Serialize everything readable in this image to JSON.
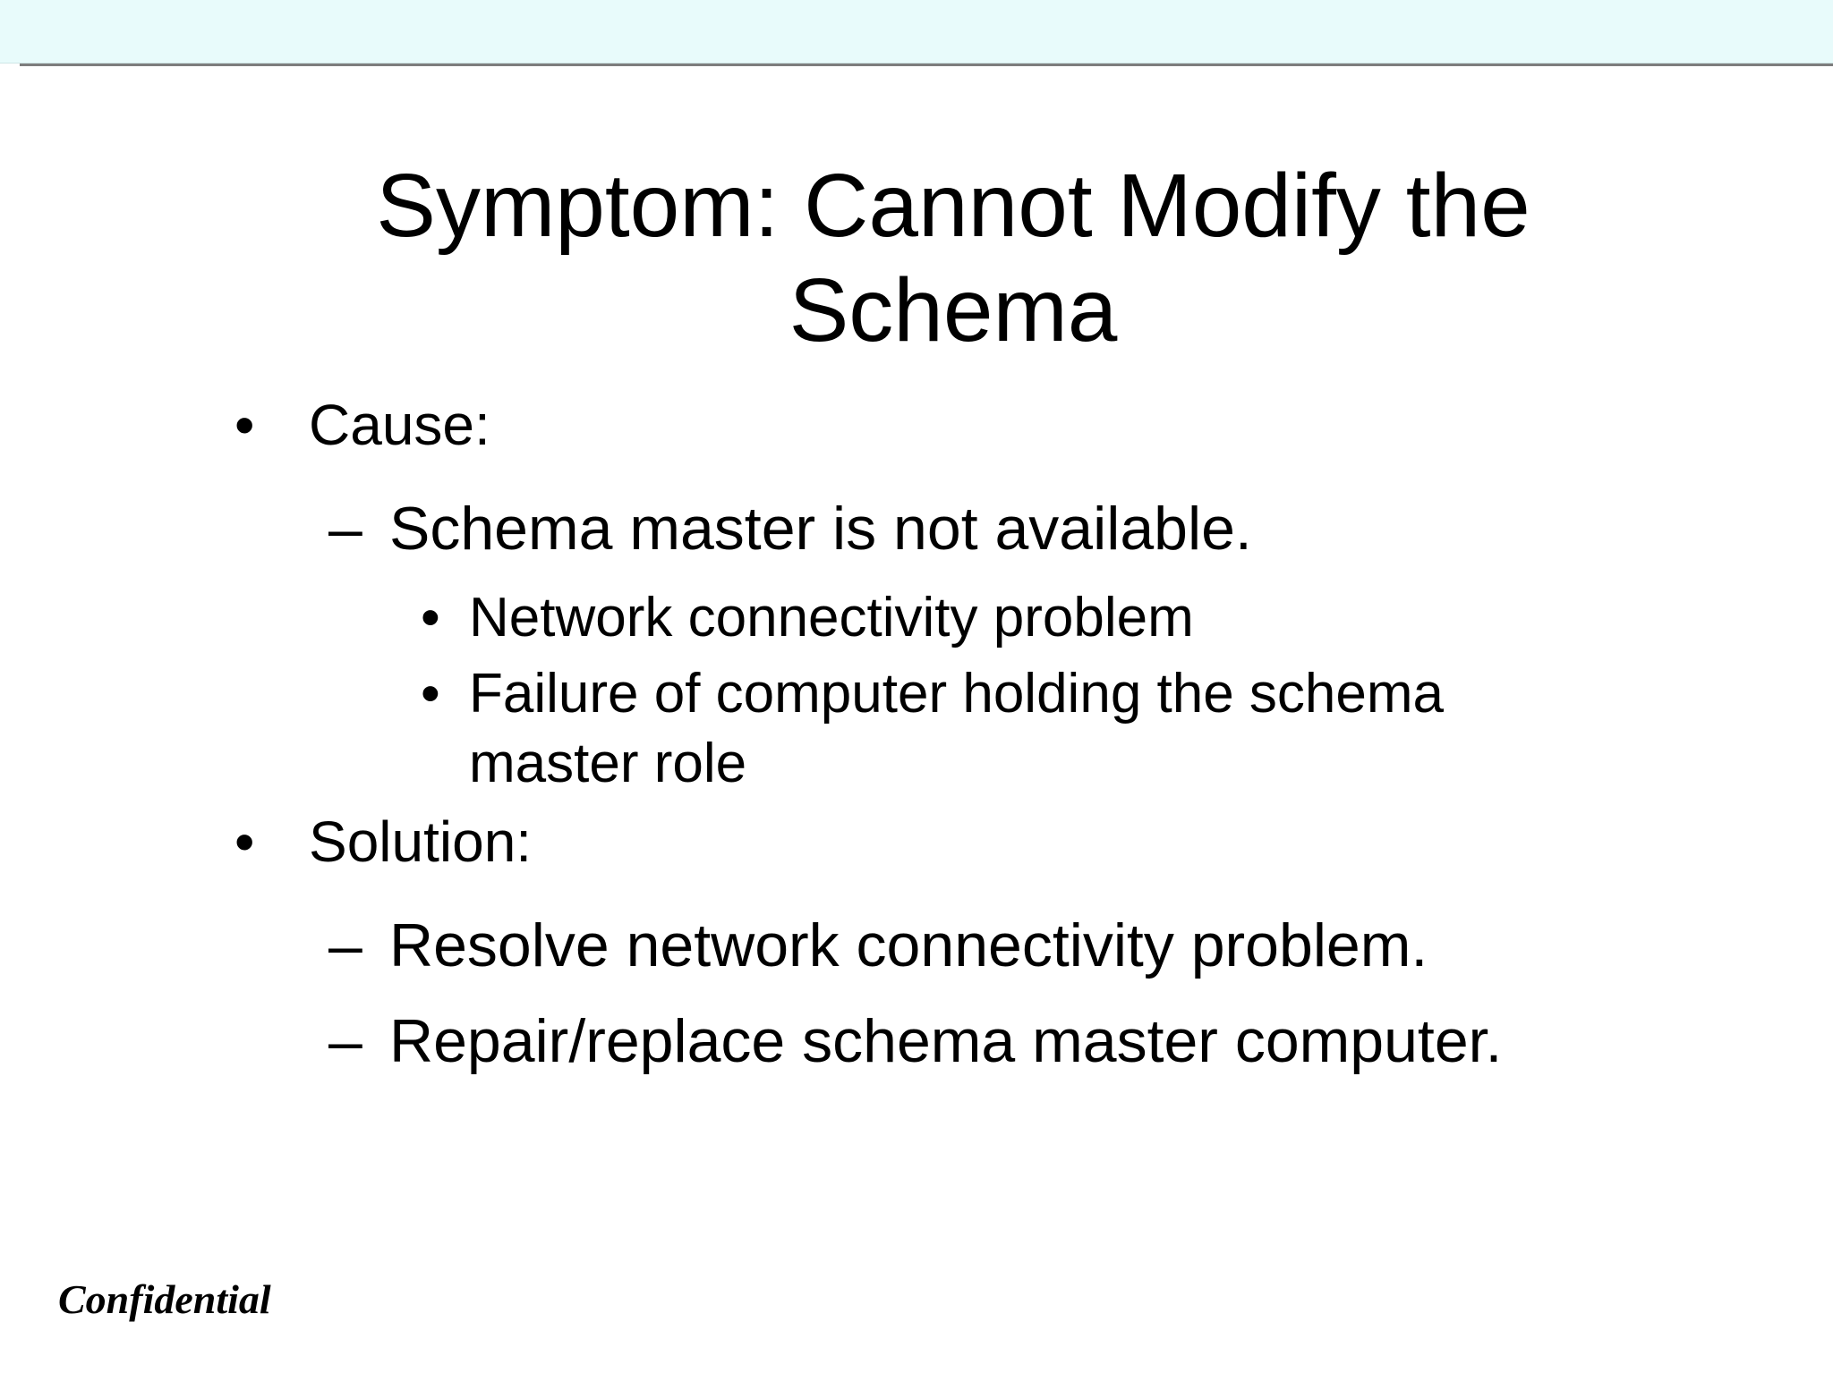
{
  "slide": {
    "title": "Symptom: Cannot Modify the Schema",
    "footer": "Confidential",
    "colors": {
      "top_band": "#e8fbfb",
      "top_rule": "#7d7d7d",
      "text": "#000000",
      "background": "#ffffff"
    },
    "bullets": [
      {
        "marker": "•",
        "text": "Cause:"
      },
      {
        "marker": "–",
        "text": "Schema master is not available."
      },
      {
        "marker": "•",
        "text": "Network connectivity problem"
      },
      {
        "marker": "•",
        "text": "Failure of computer holding the schema master role"
      },
      {
        "marker": "•",
        "text": "Solution:"
      },
      {
        "marker": "–",
        "text": "Resolve network connectivity problem."
      },
      {
        "marker": "–",
        "text": "Repair/replace schema master computer."
      }
    ]
  }
}
